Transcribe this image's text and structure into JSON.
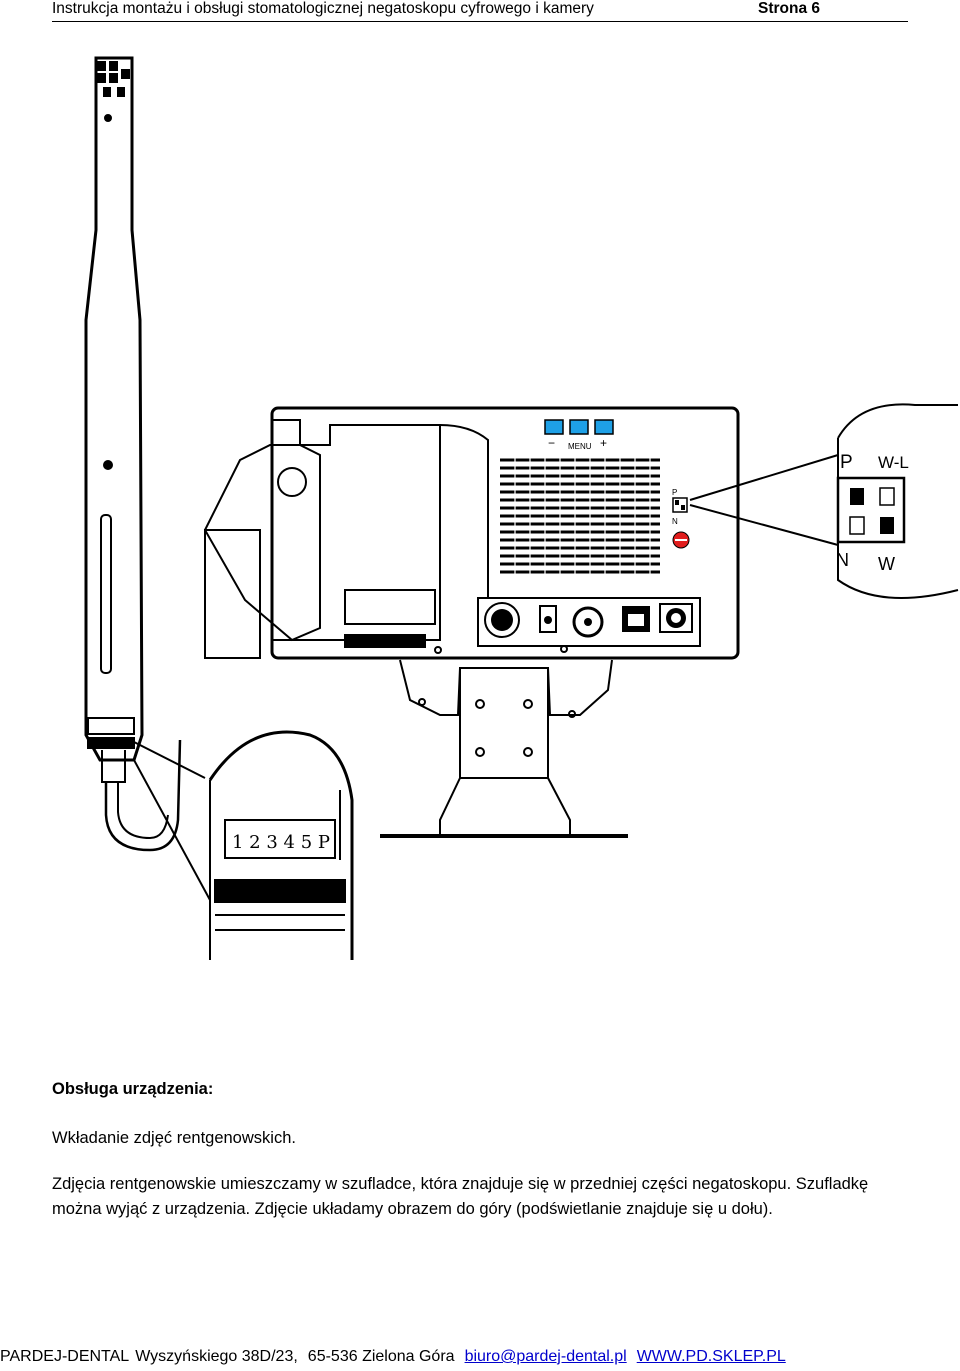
{
  "header": {
    "title": "Instrukcja montażu i obsługi stomatologicznej negatoskopu cyfrowego i kamery",
    "page": "Strona  6"
  },
  "figure": {
    "panel_labels": {
      "minus": "−",
      "menu": "MENU",
      "plus": "+",
      "p": "P",
      "n": "N"
    },
    "switch_labels": {
      "p": "P",
      "wl": "W-L",
      "n": "N",
      "w": "W"
    },
    "scale_digits": "1 2 3 4 5 P"
  },
  "body": {
    "section_title": "Obsługa urządzenia:",
    "para1": "Wkładanie zdjęć rentgenowskich.",
    "para2": "Zdjęcia rentgenowskie umieszczamy w szufladce, która znajduje się w przedniej części negatoskopu. Szufladkę można wyjąć z urządzenia. Zdjęcie układamy obrazem do góry (podświetlanie znajduje się u dołu)."
  },
  "footer": {
    "company": "PARDEJ-DENTAL",
    "street": "Wyszyńskiego 38D/23,",
    "city": "65-536 Zielona Góra",
    "email": "biuro@pardej-dental.pl",
    "website": "WWW.PD.SKLEP.PL"
  }
}
